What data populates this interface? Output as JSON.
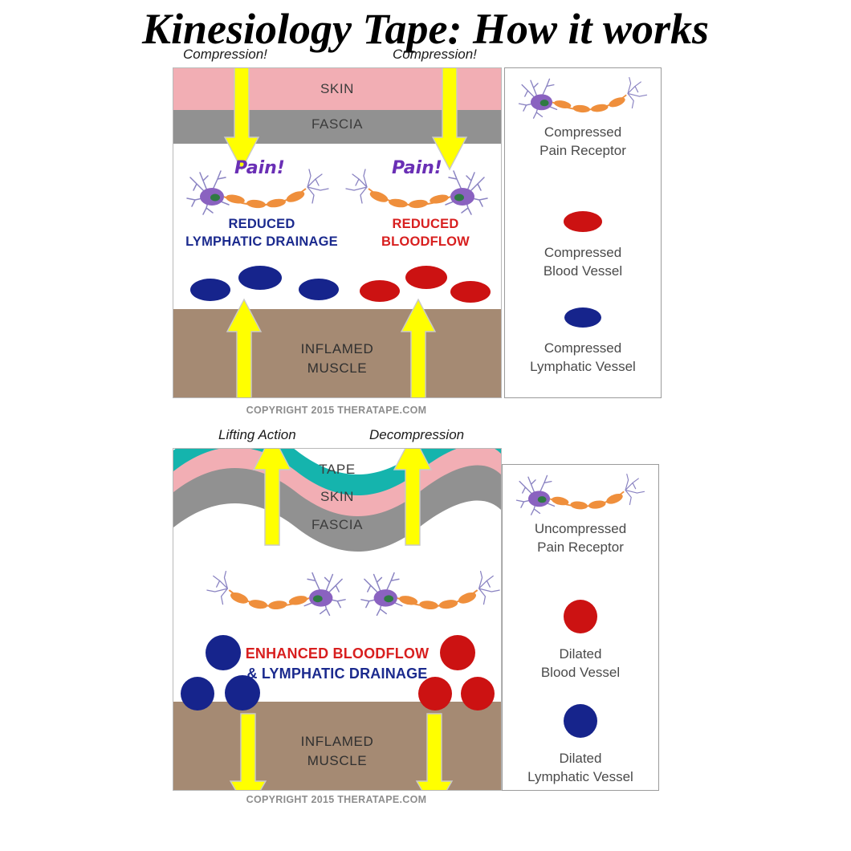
{
  "page": {
    "title": "Kinesiology Tape: How it works",
    "background": "#ffffff"
  },
  "colors": {
    "skin": "#f2aeb4",
    "fascia": "#919191",
    "muscle": "#a58a73",
    "tape": "#15b4ad",
    "arrow": "#ffff00",
    "arrow_shadow": "#bdbdbd",
    "blood": "#cc1212",
    "lymph": "#16248c",
    "pain_text": "#6a2fb5",
    "blue_text": "#1b2a8e",
    "red_text": "#d81f1f",
    "layer_text": "#3c3c3c",
    "legend_text": "#4a4a4a",
    "copyright_text": "#8d8d8d",
    "neuron_body": "#8a62c0",
    "neuron_axon": "#ef8f3c",
    "neuron_nucleus": "#2f7a43"
  },
  "top_panel": {
    "callouts": [
      {
        "label": "Compression!",
        "side": "left"
      },
      {
        "label": "Compression!",
        "side": "right"
      }
    ],
    "layers": [
      {
        "name": "SKIN",
        "color": "#f2aeb4"
      },
      {
        "name": "FASCIA",
        "color": "#919191"
      },
      {
        "name": "INFLAMED\nMUSCLE",
        "line1": "INFLAMED",
        "line2": "MUSCLE",
        "color": "#a58a73"
      }
    ],
    "pain_labels": [
      {
        "text": "Pain!"
      },
      {
        "text": "Pain!"
      }
    ],
    "statements": [
      {
        "line1": "REDUCED",
        "line2": "LYMPHATIC DRAINAGE",
        "color": "#1b2a8e"
      },
      {
        "line1": "REDUCED",
        "line2": "BLOODFLOW",
        "color": "#d81f1f"
      }
    ],
    "vessels": {
      "lymphatic_count": 3,
      "blood_count": 3,
      "shape": "ellipse",
      "state": "compressed"
    },
    "arrows": {
      "direction_top": "down",
      "direction_bottom": "up",
      "count_top": 2,
      "count_bottom": 2
    },
    "copyright": "COPYRIGHT 2015 THERATAPE.COM",
    "legend": [
      {
        "icon": "neuron",
        "line1": "Compressed",
        "line2": "Pain Receptor"
      },
      {
        "icon": "ellipse",
        "color": "#cc1212",
        "line1": "Compressed",
        "line2": "Blood Vessel"
      },
      {
        "icon": "ellipse",
        "color": "#16248c",
        "line1": "Compressed",
        "line2": "Lymphatic Vessel"
      }
    ]
  },
  "bottom_panel": {
    "callouts": [
      {
        "label": "Lifting Action",
        "side": "left"
      },
      {
        "label": "Decompression",
        "side": "right"
      }
    ],
    "layers": [
      {
        "name": "TAPE",
        "color": "#15b4ad"
      },
      {
        "name": "SKIN",
        "color": "#f2aeb4"
      },
      {
        "name": "FASCIA",
        "color": "#919191"
      },
      {
        "name": "INFLAMED\nMUSCLE",
        "line1": "INFLAMED",
        "line2": "MUSCLE",
        "color": "#a58a73"
      }
    ],
    "statements": [
      {
        "line1": "ENHANCED BLOODFLOW",
        "color": "#d81f1f"
      },
      {
        "line2": "& LYMPHATIC DRAINAGE",
        "color": "#1b2a8e"
      }
    ],
    "statement_line1": "ENHANCED BLOODFLOW",
    "statement_line2": "& LYMPHATIC DRAINAGE",
    "vessels": {
      "lymphatic_count": 3,
      "blood_count": 3,
      "shape": "circle",
      "state": "dilated"
    },
    "arrows": {
      "direction_top": "up",
      "direction_bottom": "down",
      "count_top": 2,
      "count_bottom": 2
    },
    "copyright": "COPYRIGHT 2015 THERATAPE.COM",
    "legend": [
      {
        "icon": "neuron",
        "line1": "Uncompressed",
        "line2": "Pain Receptor"
      },
      {
        "icon": "circle",
        "color": "#cc1212",
        "line1": "Dilated",
        "line2": "Blood Vessel"
      },
      {
        "icon": "circle",
        "color": "#16248c",
        "line1": "Dilated",
        "line2": "Lymphatic Vessel"
      }
    ]
  }
}
